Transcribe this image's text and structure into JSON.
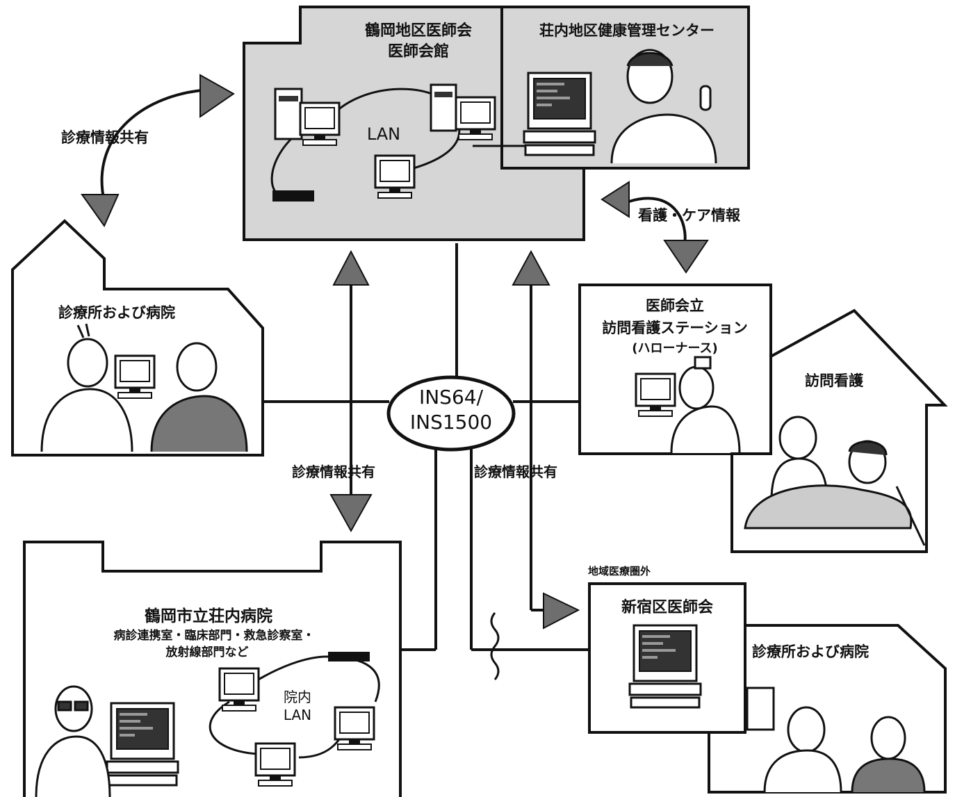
{
  "labels": {
    "assoc_hall": [
      "鶴岡地区医師会",
      "医師会館"
    ],
    "health_center": "荘内地区健康管理センター",
    "lan": "LAN",
    "share_left": "診療情報共有",
    "care_info": "看護・ケア情報",
    "clinic_left": "診療所および病院",
    "station": [
      "医師会立",
      "訪問看護ステーション",
      "(ハローナース)"
    ],
    "home_visit": "訪問看護",
    "network": [
      "INS64/",
      "INS1500"
    ],
    "share_center_left": "診療情報共有",
    "share_center_right": "診療情報共有",
    "hospital": [
      "鶴岡市立荘内病院",
      "病診連携室・臨床部門・救急診察室・",
      "放射線部門など"
    ],
    "hospital_lan": [
      "院内",
      "LAN"
    ],
    "out_of_area": "地域医療圏外",
    "shinjuku": "新宿区医師会",
    "clinic_right": "診療所および病院"
  },
  "colors": {
    "panel_fill": "#d6d6d6",
    "arrow_fill": "#6e6e6e",
    "line": "#111111"
  }
}
